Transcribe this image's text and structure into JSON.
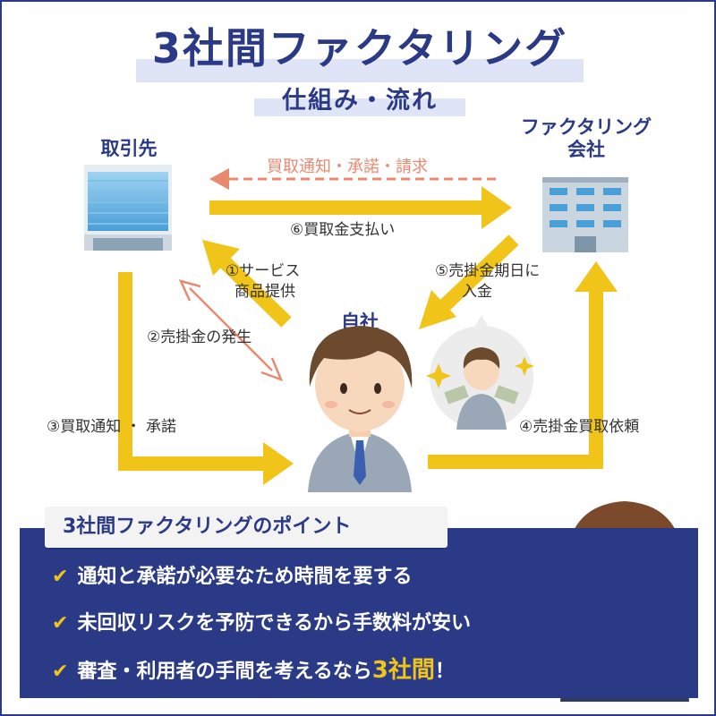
{
  "header": {
    "title": "3社間ファクタリング",
    "subtitle": "仕組み・流れ"
  },
  "nodes": {
    "client": "取引先",
    "factoring_company_line1": "ファクタリング",
    "factoring_company_line2": "会社",
    "self": "自社"
  },
  "flow": {
    "purchase_notice_request": "買取通知・承諾・請求",
    "step1_line1": "①サービス",
    "step1_line2": "商品提供",
    "step2": "②売掛金の発生",
    "step3": "③買取通知 ・ 承諾",
    "step4": "④売掛金買取依頼",
    "step5_line1": "⑤売掛金期日に",
    "step5_line2": "入金",
    "step6": "⑥買取金支払い"
  },
  "points": {
    "heading": "3社間ファクタリングのポイント",
    "items": [
      "通知と承諾が必要なため時間を要する",
      "未回収リスクを予防できるから手数料が安い"
    ],
    "item3_prefix": "審査・利用者の手間を考えるなら",
    "item3_emphasis": "3社間",
    "item3_suffix": "！"
  },
  "colors": {
    "navy": "#2b3a86",
    "arrow_yellow": "#f0c419",
    "arrow_salmon": "#e98a70",
    "title_band": "#dfe5f7"
  },
  "icons": [
    "office-building-icon",
    "office-building-icon",
    "businessman-icon",
    "money-sparkle-icon",
    "businesswoman-icon",
    "checkmark-icon"
  ]
}
